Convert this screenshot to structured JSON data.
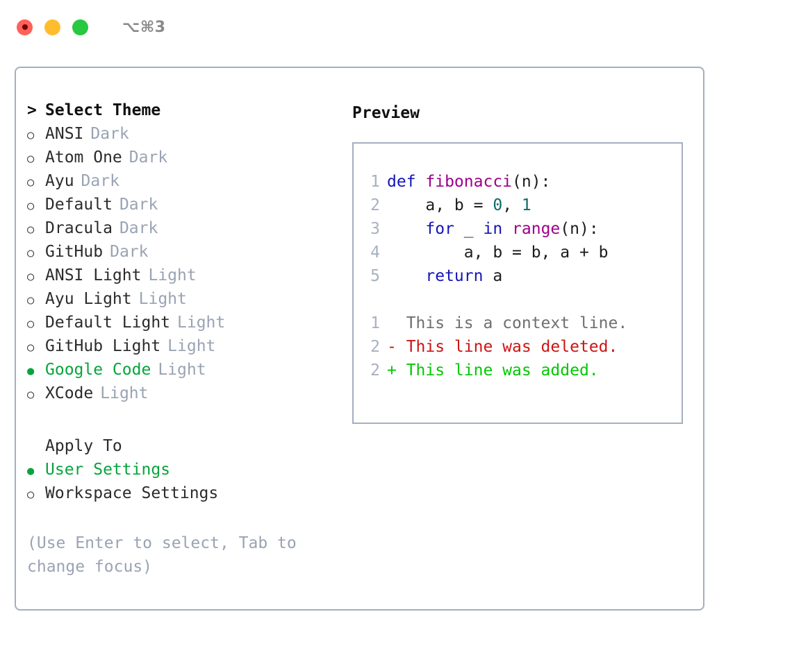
{
  "window": {
    "shortcut": "⌥⌘3",
    "traffic_lights": [
      {
        "name": "close",
        "color": "#ff6058"
      },
      {
        "name": "minimize",
        "color": "#ffbd2e"
      },
      {
        "name": "zoom",
        "color": "#28c840"
      }
    ]
  },
  "theme_panel": {
    "heading_caret": ">",
    "heading": "Select Theme",
    "marker_unselected": "○",
    "marker_selected": "●",
    "accent_color": "#06a53c",
    "items": [
      {
        "label": "ANSI",
        "tag": "Dark",
        "selected": false
      },
      {
        "label": "Atom One",
        "tag": "Dark",
        "selected": false
      },
      {
        "label": "Ayu",
        "tag": "Dark",
        "selected": false
      },
      {
        "label": "Default",
        "tag": "Dark",
        "selected": false
      },
      {
        "label": "Dracula",
        "tag": "Dark",
        "selected": false
      },
      {
        "label": "GitHub",
        "tag": "Dark",
        "selected": false
      },
      {
        "label": "ANSI Light",
        "tag": "Light",
        "selected": false
      },
      {
        "label": "Ayu Light",
        "tag": "Light",
        "selected": false
      },
      {
        "label": "Default Light",
        "tag": "Light",
        "selected": false
      },
      {
        "label": "GitHub Light",
        "tag": "Light",
        "selected": false
      },
      {
        "label": "Google Code",
        "tag": "Light",
        "selected": true
      },
      {
        "label": "XCode",
        "tag": "Light",
        "selected": false
      }
    ]
  },
  "apply_to": {
    "heading": "Apply To",
    "items": [
      {
        "label": "User Settings",
        "selected": true
      },
      {
        "label": "Workspace Settings",
        "selected": false
      }
    ]
  },
  "hint": "(Use Enter to select, Tab to change focus)",
  "preview": {
    "title": "Preview",
    "code_lines": [
      {
        "lineno": "1",
        "tokens": [
          {
            "text": "def ",
            "type": "kw"
          },
          {
            "text": "fibonacci",
            "type": "fn"
          },
          {
            "text": "(n):",
            "type": "punc"
          }
        ]
      },
      {
        "lineno": "2",
        "tokens": [
          {
            "text": "    a, b = ",
            "type": "plain"
          },
          {
            "text": "0",
            "type": "num"
          },
          {
            "text": ", ",
            "type": "plain"
          },
          {
            "text": "1",
            "type": "num"
          }
        ]
      },
      {
        "lineno": "3",
        "tokens": [
          {
            "text": "    ",
            "type": "plain"
          },
          {
            "text": "for",
            "type": "kw"
          },
          {
            "text": " _ ",
            "type": "plain"
          },
          {
            "text": "in",
            "type": "kw"
          },
          {
            "text": " ",
            "type": "plain"
          },
          {
            "text": "range",
            "type": "fn"
          },
          {
            "text": "(n):",
            "type": "punc"
          }
        ]
      },
      {
        "lineno": "4",
        "tokens": [
          {
            "text": "        a, b = b, a + b",
            "type": "plain"
          }
        ]
      },
      {
        "lineno": "5",
        "tokens": [
          {
            "text": "    ",
            "type": "plain"
          },
          {
            "text": "return",
            "type": "kw"
          },
          {
            "text": " a",
            "type": "plain"
          }
        ]
      }
    ],
    "diff_lines": [
      {
        "lineno": "1",
        "marker": " ",
        "text": "  This is a context line.",
        "kind": "ctx"
      },
      {
        "lineno": "2",
        "marker": "-",
        "text": "- This line was deleted.",
        "kind": "del"
      },
      {
        "lineno": "2",
        "marker": "+",
        "text": "+ This line was added.",
        "kind": "add"
      }
    ],
    "colors": {
      "keyword": "#1515b5",
      "function": "#9c0089",
      "number": "#0c6b6b",
      "context": "#6f6f6f",
      "deleted": "#cc1414",
      "added": "#01c801",
      "lineno": "#a8b0bf"
    }
  }
}
